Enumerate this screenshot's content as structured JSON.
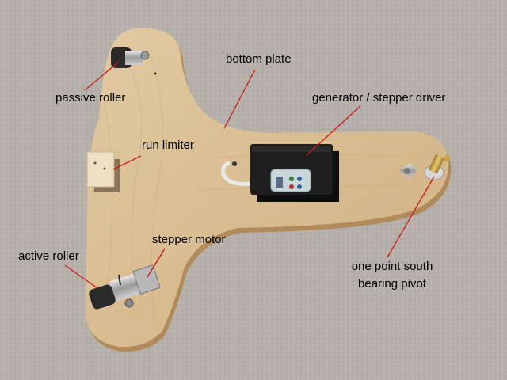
{
  "labels": {
    "bottom_plate": "bottom plate",
    "passive_roller": "passive roller",
    "generator": "generator / stepper driver",
    "run_limiter": "run limiter",
    "stepper_motor": "stepper motor",
    "active_roller": "active roller",
    "pivot_line1": "one point south",
    "pivot_line2": "bearing pivot"
  },
  "colors": {
    "carpet": "#b5b1aa",
    "plywood": "#d9bf95",
    "plywood_edge": "#b08a5a",
    "leader_line": "#d01818",
    "box": "#1e1e1e"
  }
}
